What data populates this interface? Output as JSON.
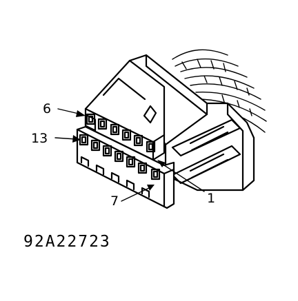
{
  "diagram": {
    "pin_labels": {
      "top_row_first": "6",
      "bottom_row_first": "13",
      "top_row_last": "1",
      "bottom_row_last": "7"
    },
    "reference_code": "92A22723"
  },
  "colors": {
    "ink": "#000000",
    "paper": "#ffffff"
  }
}
